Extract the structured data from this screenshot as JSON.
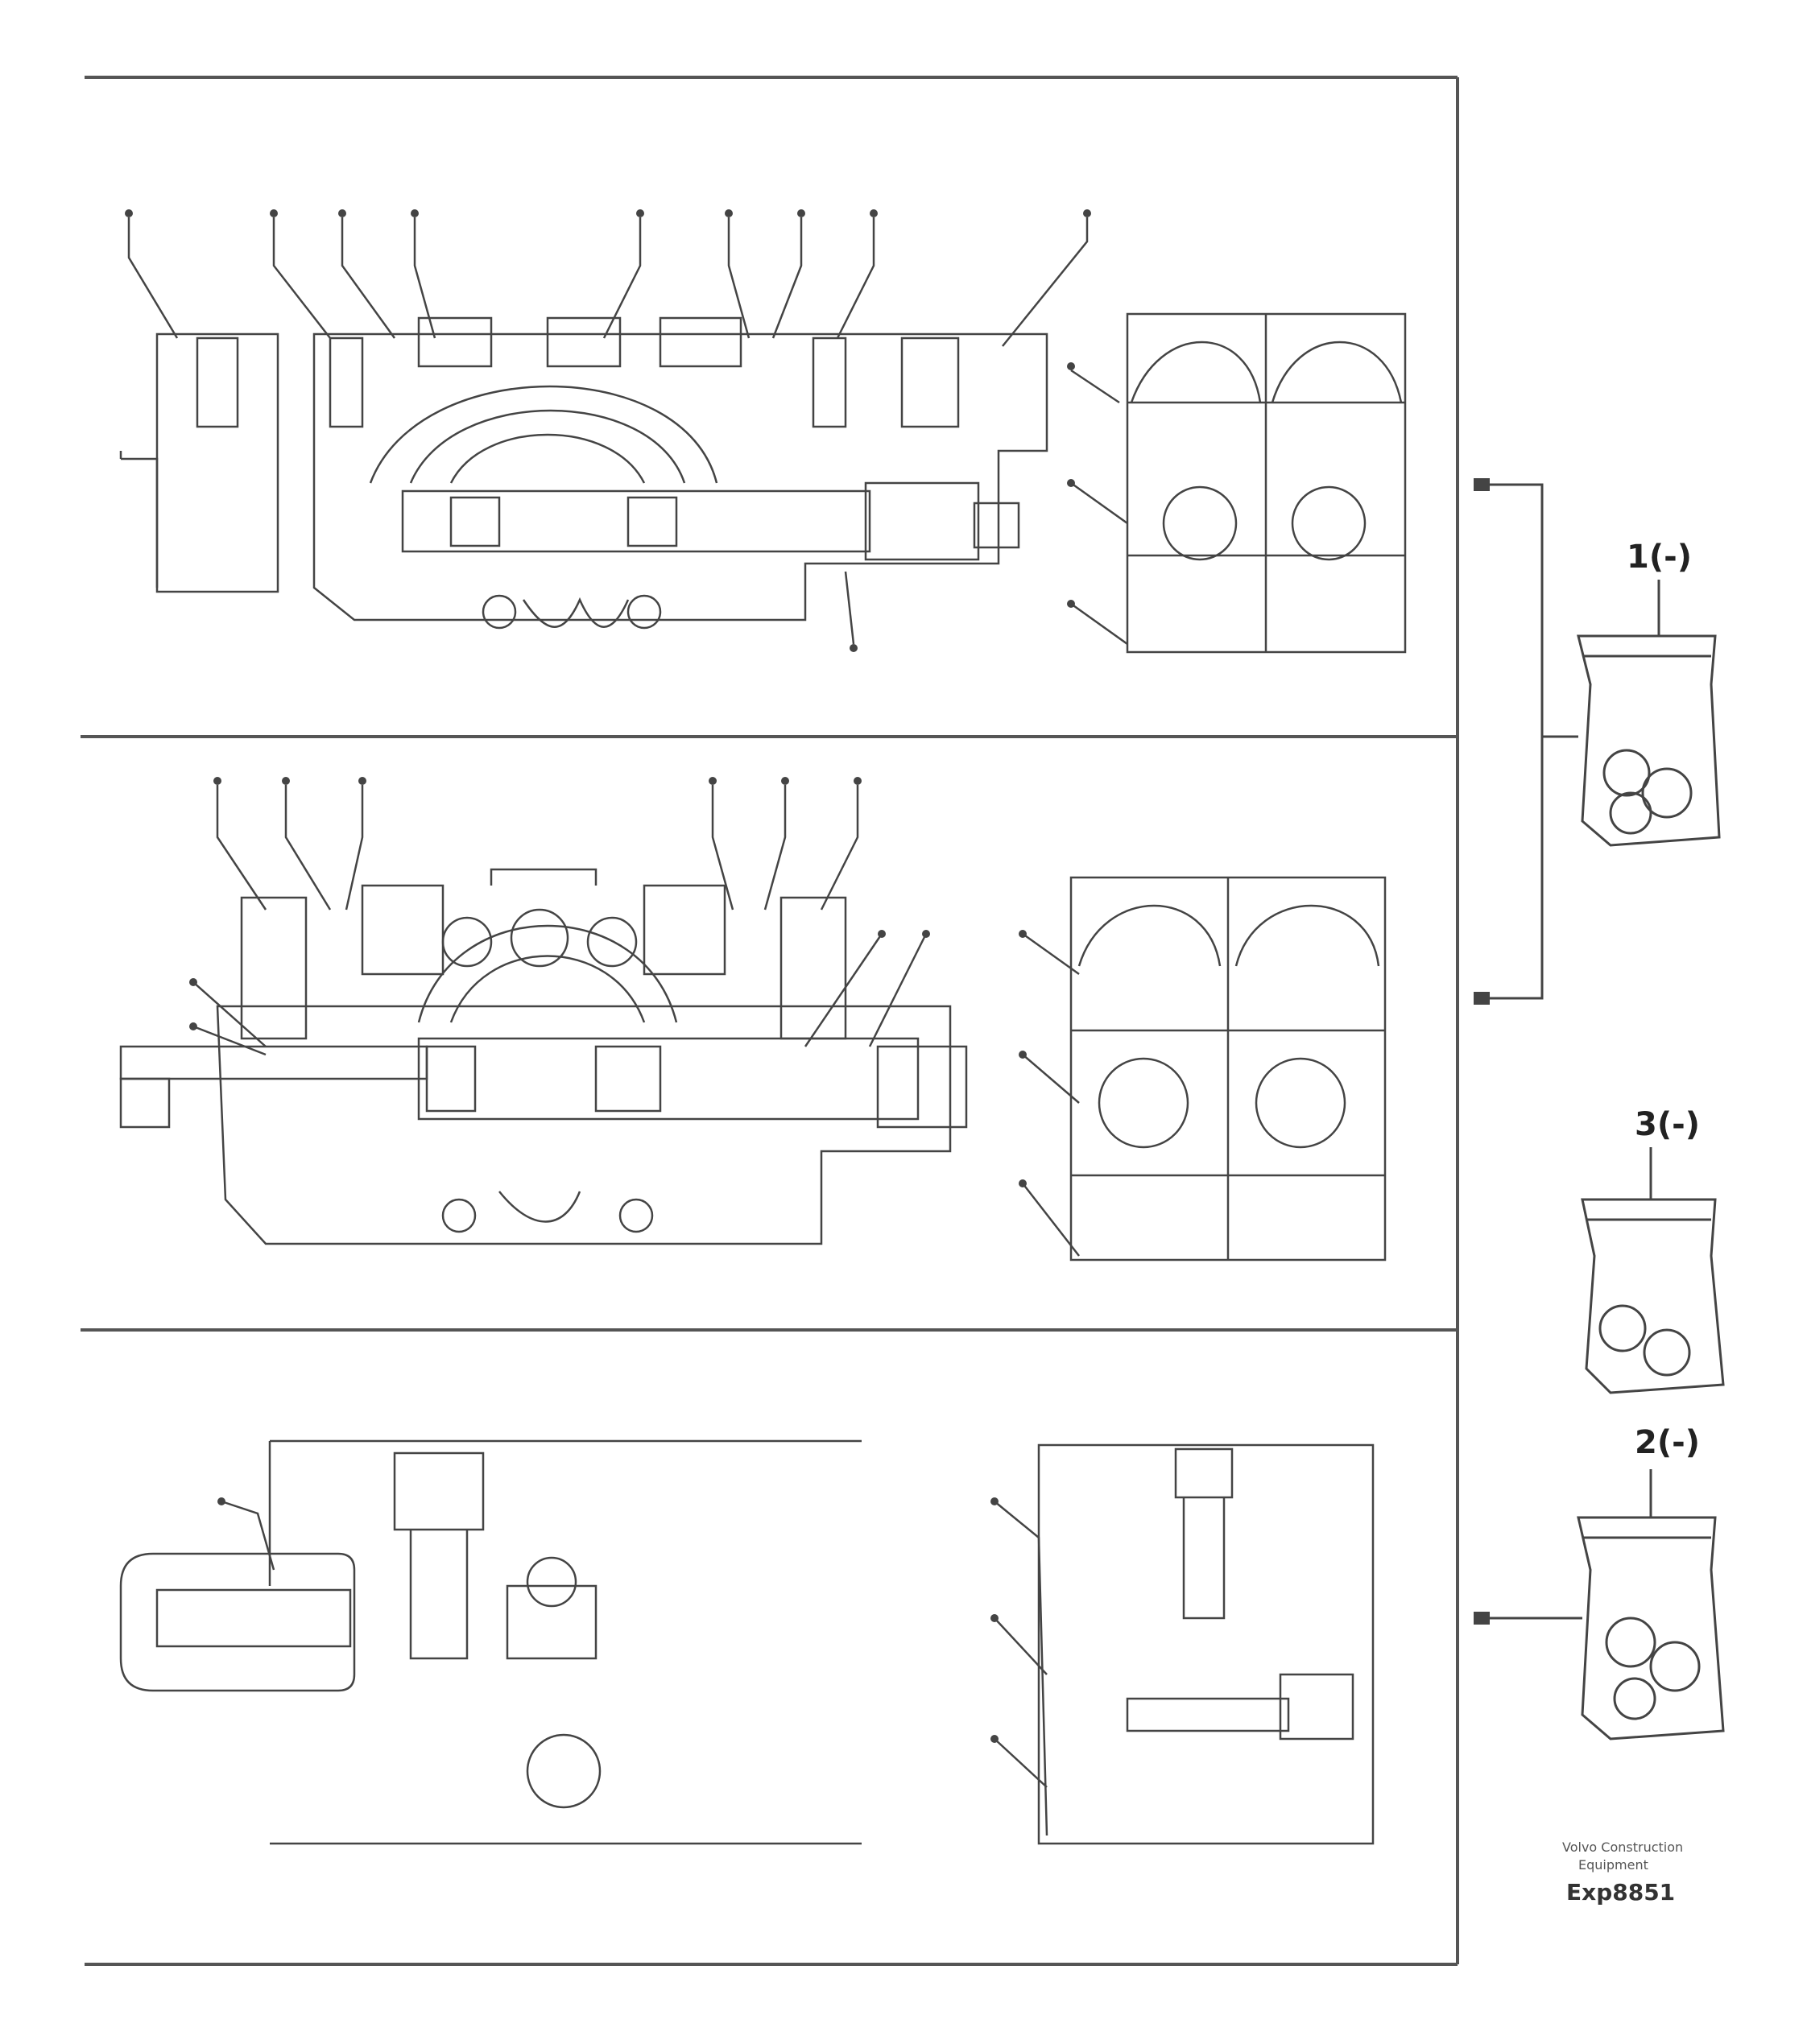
{
  "diagram": {
    "kit_labels": {
      "kit_1": "1(-)",
      "kit_3": "3(-)",
      "kit_2": "2(-)"
    },
    "caption": {
      "publisher_line1": "Volvo Construction",
      "publisher_line2": "Equipment",
      "drawing_code": "Exp8851"
    },
    "colors": {
      "line": "#444444",
      "light_line": "#999999",
      "background": "#ffffff"
    }
  }
}
